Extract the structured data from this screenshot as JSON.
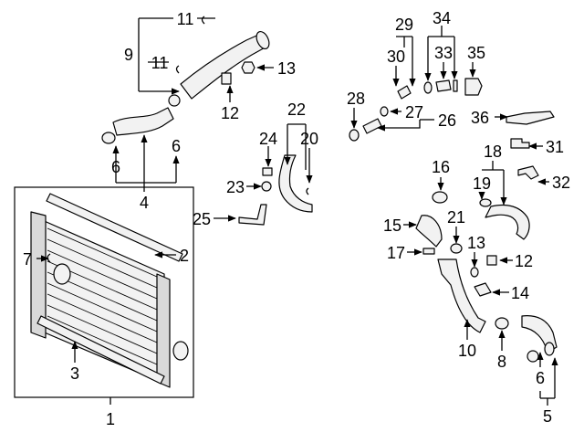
{
  "diagram": {
    "background": "#ffffff",
    "ink": "#000000",
    "part_fill": "#f2f2f2",
    "callouts": [
      "1",
      "2",
      "3",
      "4",
      "5",
      "6",
      "7",
      "8",
      "9",
      "10",
      "11",
      "12",
      "13",
      "14",
      "15",
      "16",
      "17",
      "18",
      "19",
      "20",
      "21",
      "22",
      "23",
      "24",
      "25",
      "26",
      "27",
      "28",
      "29",
      "30",
      "31",
      "32",
      "33",
      "34",
      "35",
      "36"
    ]
  }
}
